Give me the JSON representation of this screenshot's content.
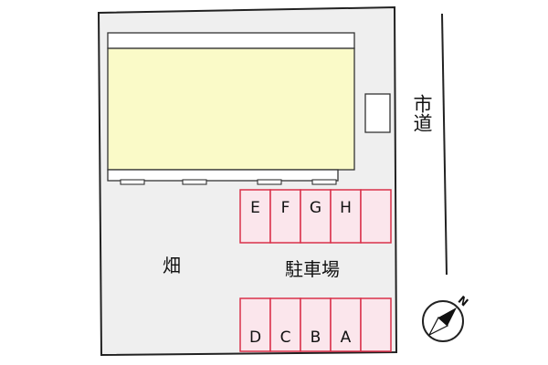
{
  "map": {
    "field_label": "畑",
    "parking_label": "駐車場",
    "road_label": "市道",
    "compass_label": "N",
    "parking_top_row": [
      "E",
      "F",
      "G",
      "H",
      ""
    ],
    "parking_bottom_row": [
      "D",
      "C",
      "B",
      "A",
      ""
    ],
    "colors": {
      "lot_fill": "#efefef",
      "building_fill": "#fafac8",
      "parking_fill": "#fbe6ec",
      "parking_border": "#d9304a",
      "outline": "#222222"
    }
  }
}
